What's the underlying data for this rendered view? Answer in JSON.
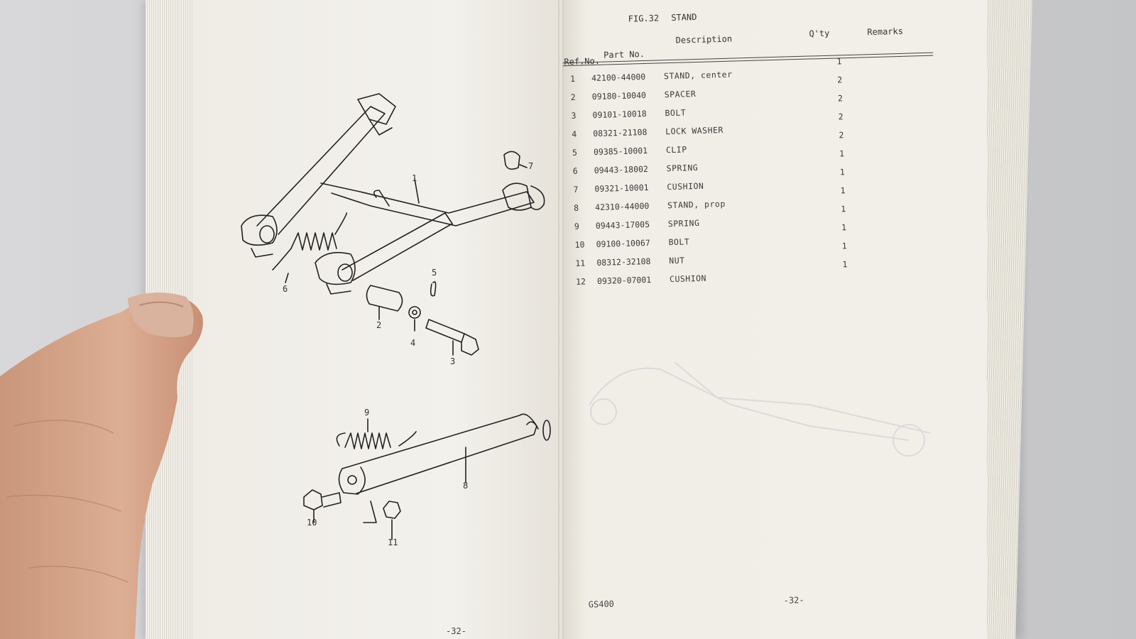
{
  "left_page": {
    "callouts": [
      "1",
      "2",
      "3",
      "4",
      "5",
      "6",
      "7",
      "8",
      "9",
      "10",
      "11"
    ],
    "page_number": "-32-"
  },
  "right_page": {
    "fig_title": "FIG.32",
    "fig_name": "STAND",
    "headers": {
      "ref_no": "Ref.No.",
      "part_no": "Part No.",
      "description": "Description",
      "qty": "Q'ty",
      "remarks": "Remarks"
    },
    "rows": [
      {
        "ref": "1",
        "part": "42100-44000",
        "desc": "STAND, center",
        "qty": "1"
      },
      {
        "ref": "2",
        "part": "09180-10040",
        "desc": "SPACER",
        "qty": "2"
      },
      {
        "ref": "3",
        "part": "09101-10018",
        "desc": "BOLT",
        "qty": "2"
      },
      {
        "ref": "4",
        "part": "08321-21108",
        "desc": "LOCK WASHER",
        "qty": "2"
      },
      {
        "ref": "5",
        "part": "09385-10001",
        "desc": "CLIP",
        "qty": "2"
      },
      {
        "ref": "6",
        "part": "09443-18002",
        "desc": "SPRING",
        "qty": "1"
      },
      {
        "ref": "7",
        "part": "09321-10001",
        "desc": "CUSHION",
        "qty": "1"
      },
      {
        "ref": "8",
        "part": "42310-44000",
        "desc": "STAND, prop",
        "qty": "1"
      },
      {
        "ref": "9",
        "part": "09443-17005",
        "desc": "SPRING",
        "qty": "1"
      },
      {
        "ref": "10",
        "part": "09100-10067",
        "desc": "BOLT",
        "qty": "1"
      },
      {
        "ref": "11",
        "part": "08312-32108",
        "desc": "NUT",
        "qty": "1"
      },
      {
        "ref": "12",
        "part": "09320-07001",
        "desc": "CUSHION",
        "qty": "1"
      }
    ],
    "model": "GS400",
    "page_number": "-32-"
  }
}
